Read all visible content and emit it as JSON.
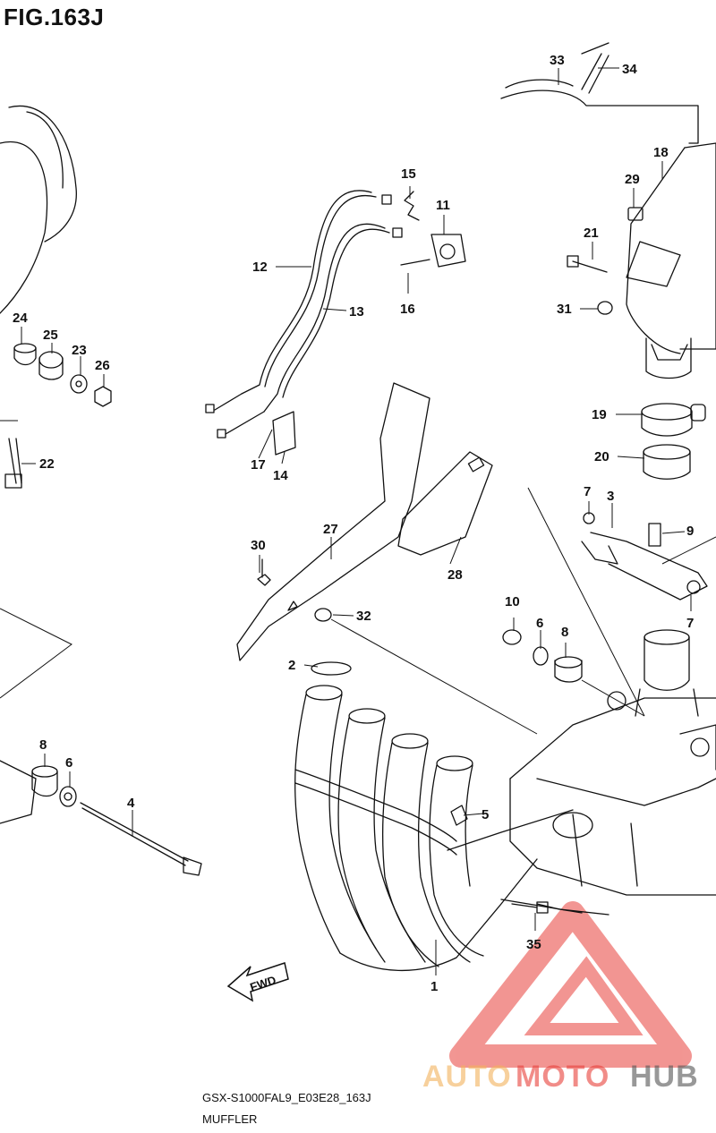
{
  "figure_title": "FIG.163J",
  "footer": {
    "model_code": "GSX-S1000FAL9_E03E28_163J",
    "section_name": "MUFFLER"
  },
  "fwd_label": "FWD",
  "watermark": {
    "part1": "AUTO",
    "part2": "MOTO",
    "part3": "HUB",
    "color_primary": "#e8403a",
    "color_secondary": "#f2b25c",
    "color_dark": "#555555"
  },
  "callouts": [
    {
      "id": "1",
      "label": "1"
    },
    {
      "id": "2",
      "label": "2"
    },
    {
      "id": "3",
      "label": "3"
    },
    {
      "id": "4",
      "label": "4"
    },
    {
      "id": "5",
      "label": "5"
    },
    {
      "id": "6a",
      "label": "6"
    },
    {
      "id": "6b",
      "label": "6"
    },
    {
      "id": "7a",
      "label": "7"
    },
    {
      "id": "7b",
      "label": "7"
    },
    {
      "id": "8a",
      "label": "8"
    },
    {
      "id": "8b",
      "label": "8"
    },
    {
      "id": "9",
      "label": "9"
    },
    {
      "id": "10",
      "label": "10"
    },
    {
      "id": "11",
      "label": "11"
    },
    {
      "id": "12",
      "label": "12"
    },
    {
      "id": "13",
      "label": "13"
    },
    {
      "id": "14",
      "label": "14"
    },
    {
      "id": "15",
      "label": "15"
    },
    {
      "id": "16",
      "label": "16"
    },
    {
      "id": "17",
      "label": "17"
    },
    {
      "id": "18",
      "label": "18"
    },
    {
      "id": "19",
      "label": "19"
    },
    {
      "id": "20",
      "label": "20"
    },
    {
      "id": "21",
      "label": "21"
    },
    {
      "id": "22",
      "label": "22"
    },
    {
      "id": "23",
      "label": "23"
    },
    {
      "id": "24",
      "label": "24"
    },
    {
      "id": "25",
      "label": "25"
    },
    {
      "id": "26",
      "label": "26"
    },
    {
      "id": "27",
      "label": "27"
    },
    {
      "id": "28",
      "label": "28"
    },
    {
      "id": "29",
      "label": "29"
    },
    {
      "id": "30",
      "label": "30"
    },
    {
      "id": "31",
      "label": "31"
    },
    {
      "id": "32",
      "label": "32"
    },
    {
      "id": "33",
      "label": "33"
    },
    {
      "id": "34",
      "label": "34"
    },
    {
      "id": "35",
      "label": "35"
    }
  ]
}
